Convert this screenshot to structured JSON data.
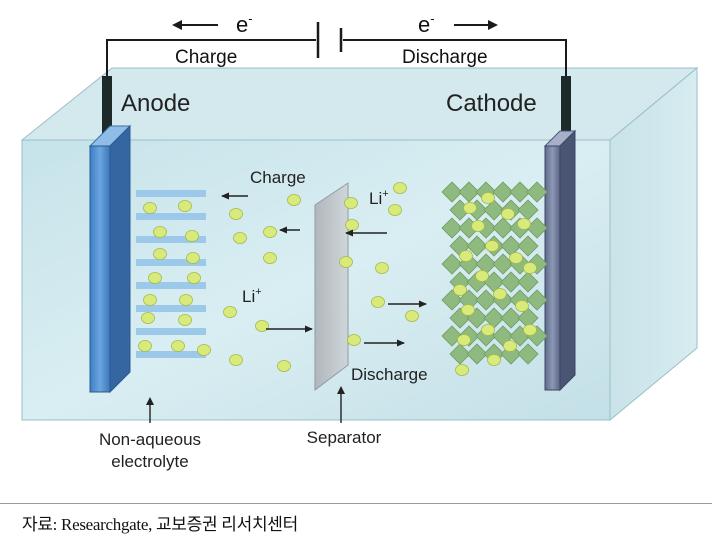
{
  "circuit": {
    "charge_electron": "e",
    "discharge_electron": "e",
    "electron_superscript": "-",
    "charge_label": "Charge",
    "discharge_label": "Discharge"
  },
  "electrodes": {
    "anode_label": "Anode",
    "cathode_label": "Cathode"
  },
  "flow": {
    "charge_label": "Charge",
    "discharge_label": "Discharge",
    "ion_left": "Li",
    "ion_right": "Li",
    "ion_superscript": "+"
  },
  "callouts": {
    "electrolyte_line1": "Non-aqueous",
    "electrolyte_line2": "electrolyte",
    "separator": "Separator"
  },
  "source": "자료: Researchgate, 교보증권 리서치센터",
  "colors": {
    "electrolyte": "#cfe8ee",
    "anode": "#4f8fd0",
    "cathode": "#6f7c9c",
    "ion": "#d8ea7a",
    "cathode_crystal": "#8fba7f"
  }
}
